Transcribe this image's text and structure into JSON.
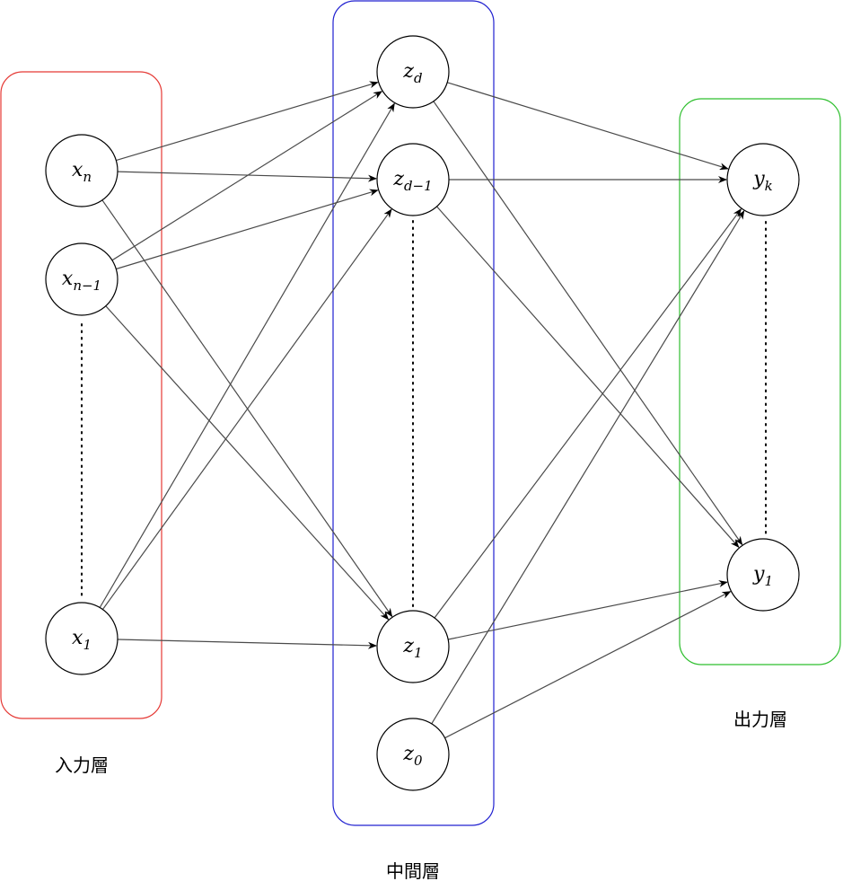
{
  "colors": {
    "input_box": "#e53935",
    "hidden_box": "#2020d0",
    "output_box": "#2fbf2f",
    "edge": "#4a4a4a",
    "node_stroke": "#000000"
  },
  "layers": {
    "input": {
      "label": "入力層",
      "nodes": [
        {
          "id": "xn",
          "main": "x",
          "sub": "n"
        },
        {
          "id": "xn1",
          "main": "x",
          "sub": "n−1"
        },
        {
          "id": "x1",
          "main": "x",
          "sub": "1"
        }
      ]
    },
    "hidden": {
      "label": "中間層",
      "nodes": [
        {
          "id": "zd",
          "main": "z",
          "sub": "d"
        },
        {
          "id": "zd1",
          "main": "z",
          "sub": "d−1"
        },
        {
          "id": "z1",
          "main": "z",
          "sub": "1"
        },
        {
          "id": "z0",
          "main": "z",
          "sub": "0"
        }
      ]
    },
    "output": {
      "label": "出力層",
      "nodes": [
        {
          "id": "yk",
          "main": "y",
          "sub": "k"
        },
        {
          "id": "y1",
          "main": "y",
          "sub": "1"
        }
      ]
    }
  },
  "edges": [
    [
      "xn",
      "zd"
    ],
    [
      "xn",
      "zd1"
    ],
    [
      "xn",
      "z1"
    ],
    [
      "xn1",
      "zd"
    ],
    [
      "xn1",
      "zd1"
    ],
    [
      "xn1",
      "z1"
    ],
    [
      "x1",
      "zd"
    ],
    [
      "x1",
      "zd1"
    ],
    [
      "x1",
      "z1"
    ],
    [
      "zd",
      "yk"
    ],
    [
      "zd",
      "y1"
    ],
    [
      "zd1",
      "yk"
    ],
    [
      "zd1",
      "y1"
    ],
    [
      "z1",
      "yk"
    ],
    [
      "z1",
      "y1"
    ],
    [
      "z0",
      "yk"
    ],
    [
      "z0",
      "y1"
    ]
  ]
}
